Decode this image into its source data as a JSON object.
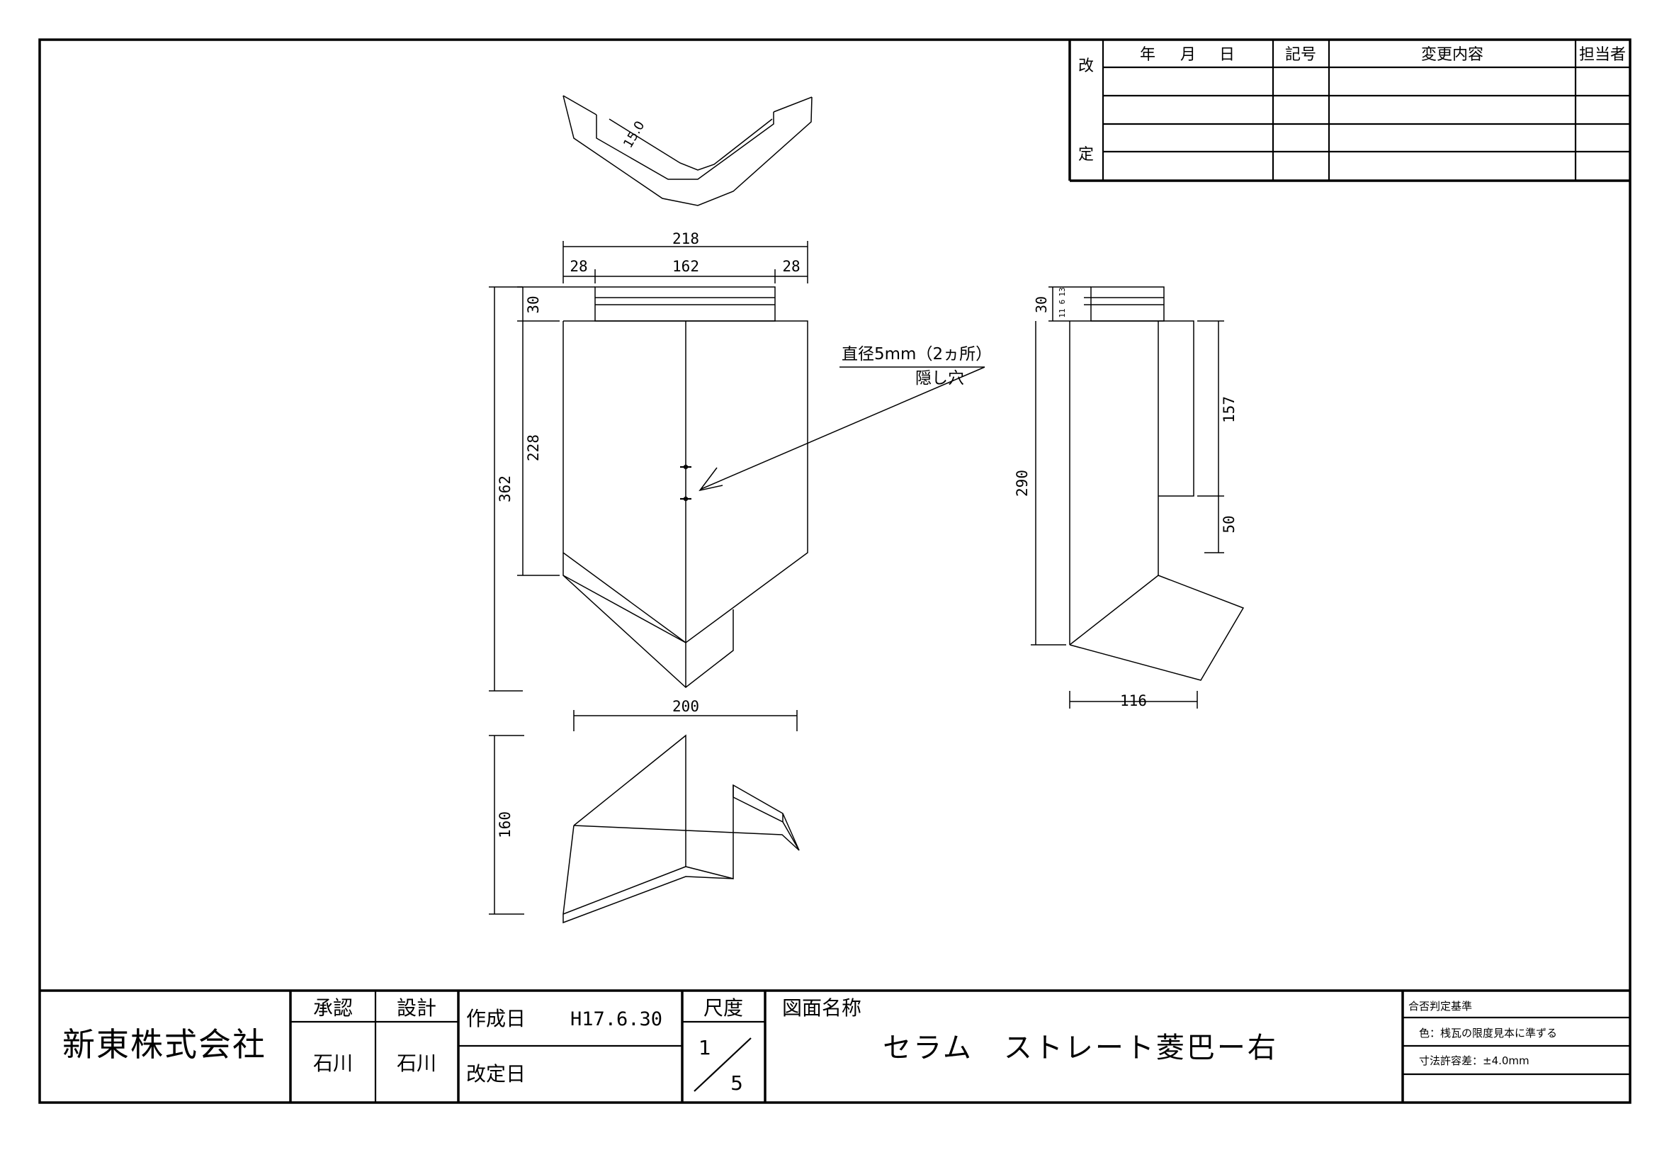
{
  "revision_table": {
    "row_label_top": "改",
    "row_label_bottom": "定",
    "headers": {
      "year": "年",
      "month": "月",
      "day": "日",
      "symbol": "記号",
      "content": "変更内容",
      "person": "担当者"
    }
  },
  "dimensions": {
    "top_view_thickness": "15.0",
    "overall_width": "218",
    "left_margin": "28",
    "center_width": "162",
    "right_margin": "28",
    "top_band": "30",
    "body_height": "228",
    "overall_height": "362",
    "bottom_width": "200",
    "bottom_height": "160",
    "side_top_band": "30",
    "side_small_a": "13",
    "side_small_b": "6",
    "side_small_c": "11",
    "side_upper": "157",
    "side_lower": "50",
    "side_height": "290",
    "side_width": "116"
  },
  "annotation": {
    "line1": "直径5mm（2ヵ所）",
    "line2": "隠し穴"
  },
  "title_block": {
    "company": "新東株式会社",
    "approval_label": "承認",
    "design_label": "設計",
    "approver": "石川",
    "designer": "石川",
    "created_label": "作成日",
    "created_date": "H17.6.30",
    "revised_label": "改定日",
    "scale_label": "尺度",
    "scale_num": "1",
    "scale_den": "5",
    "drawing_name_label": "図面名称",
    "drawing_name": "セラム　ストレート菱巴ー右",
    "criteria_label": "合否判定基準",
    "criteria_color": "色：桟瓦の限度見本に準ずる",
    "criteria_tolerance": "寸法許容差：±4.0mm"
  }
}
